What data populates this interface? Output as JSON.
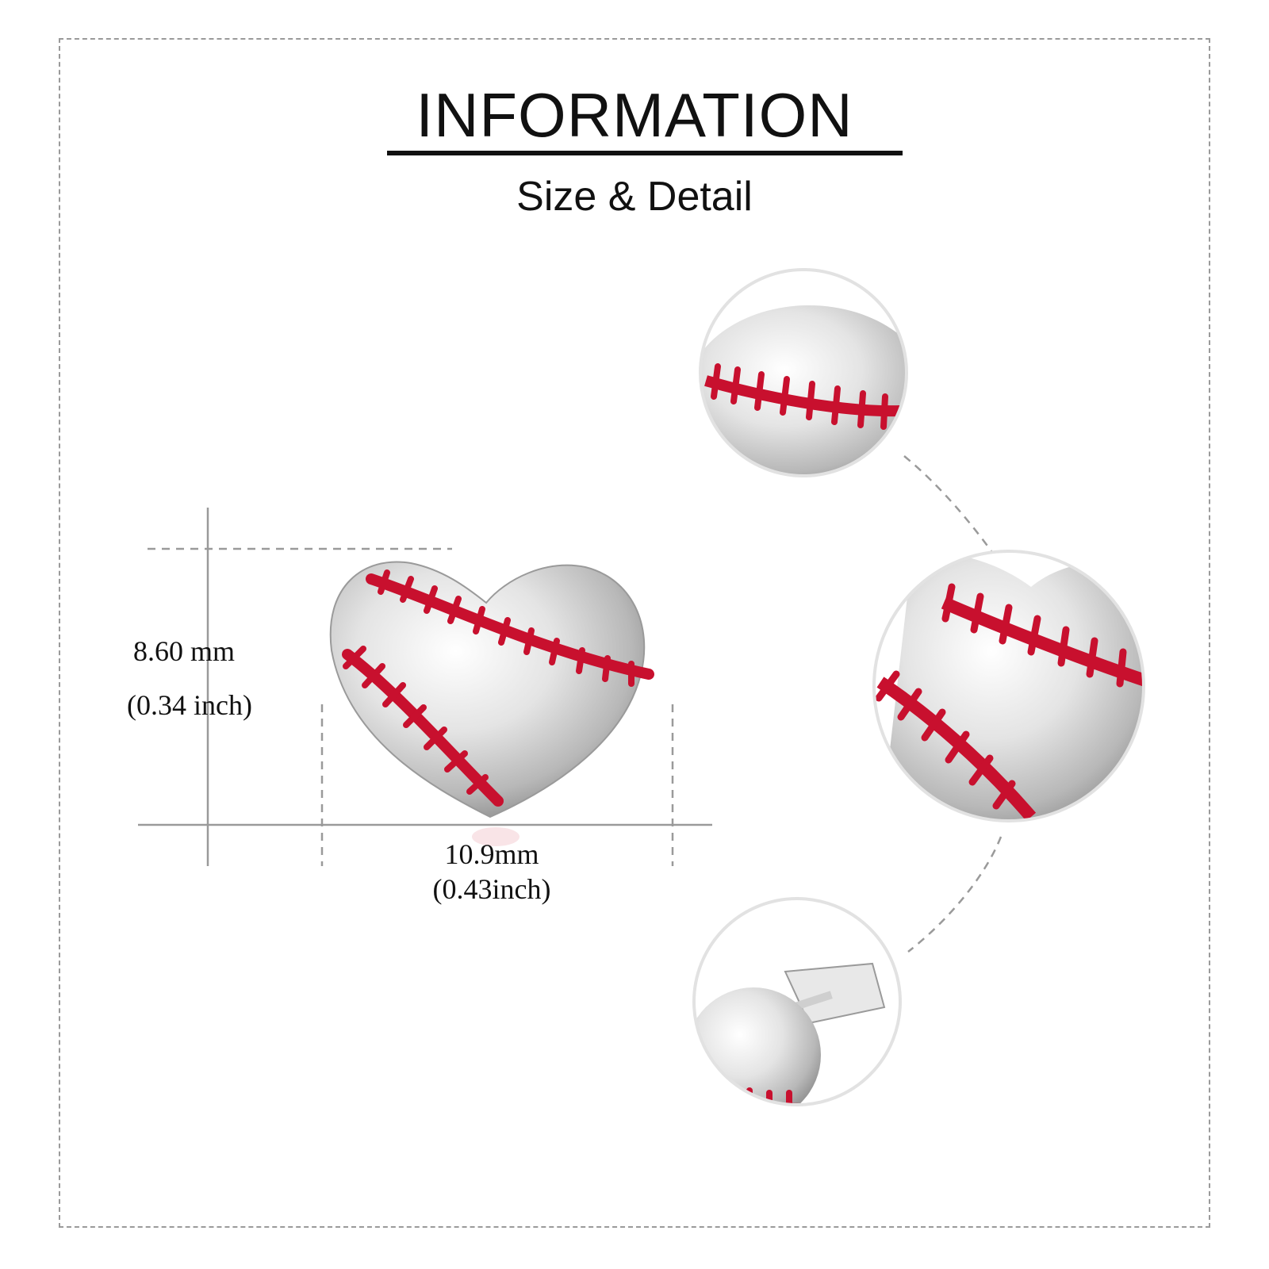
{
  "header": {
    "title": "INFORMATION",
    "subtitle": "Size & Detail"
  },
  "dimensions": {
    "height_mm": "8.60 mm",
    "height_inch": "(0.34 inch)",
    "width_mm": "10.9mm",
    "width_inch": "(0.43inch)"
  },
  "colors": {
    "stitch_red": "#c8102e",
    "silver": "#d8d8d8",
    "guide_line": "#9a9a9a"
  },
  "detail_views": [
    "top-detail-view",
    "middle-detail-view",
    "side-detail-view"
  ]
}
